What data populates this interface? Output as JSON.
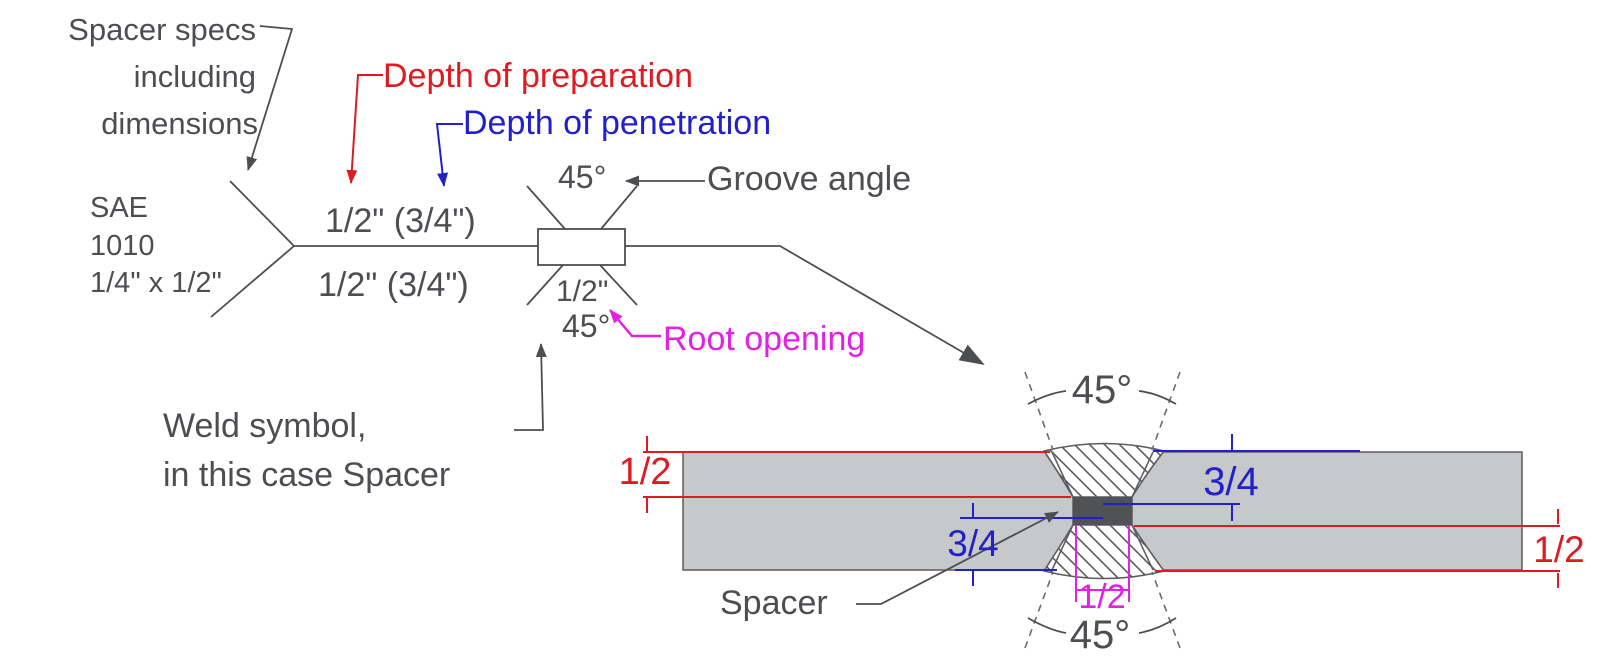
{
  "title": "Spacer weld symbol explanation diagram",
  "colors": {
    "accent_red": "#df1b22",
    "accent_blue": "#2020cc",
    "accent_magenta": "#e520e5",
    "line_gray": "#4d4e52",
    "plate_fill": "#c7c8ca",
    "spacer_fill": "#515256"
  },
  "annotations": {
    "spacer_specs_1": "Spacer specs",
    "spacer_specs_2": "including",
    "spacer_specs_3": "dimensions",
    "material_1": "SAE",
    "material_2": "1010",
    "material_3": "1/4\" x 1/2\"",
    "depth_of_preparation": "Depth of preparation",
    "depth_of_penetration": "Depth of penetration",
    "groove_angle": "Groove angle",
    "root_opening": "Root opening",
    "weld_note_1": "Weld symbol,",
    "weld_note_2": "in this case Spacer",
    "spacer": "Spacer"
  },
  "weld_symbol": {
    "upper_spec": "1/2\" (3/4\")",
    "lower_spec": "1/2\" (3/4\")",
    "upper_angle": "45°",
    "root_gap": "1/2\"",
    "lower_angle": "45°"
  },
  "cross_section": {
    "angle_top": "45°",
    "angle_bottom": "45°",
    "dim_prep_left": "1/2",
    "dim_pen_top_right": "3/4",
    "dim_pen_bottom_left": "3/4",
    "dim_prep_right": "1/2",
    "dim_root_opening": "1/2"
  }
}
